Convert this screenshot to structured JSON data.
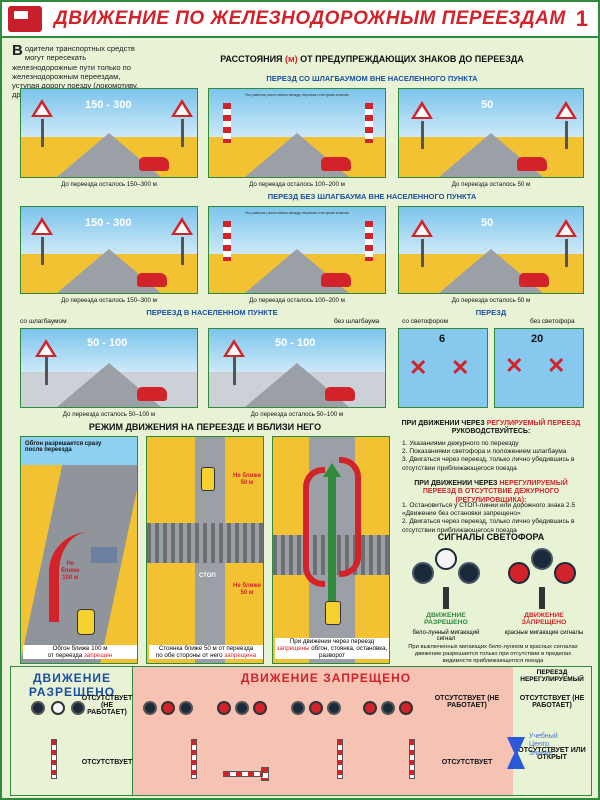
{
  "header": {
    "title": "ДВИЖЕНИЕ ПО ЖЕЛЕЗНОДОРОЖНЫМ ПЕРЕЕЗДАМ",
    "page_number": "1"
  },
  "intro": {
    "drop_cap": "В",
    "text": "одители транспортных средств могут пересекать железнодорожные пути только по железнодорожным переездам, уступая дорогу поезду (локомотиву, дрезине)"
  },
  "distances": {
    "heading_pre": "РАССТОЯНИЯ ",
    "heading_unit": "(м)",
    "heading_post": " ОТ ПРЕДУПРЕЖДАЮЩИХ ЗНАКОВ ДО ПЕРЕЕЗДА",
    "row1_title": "ПЕРЕЗД СО ШЛАГБАУМОМ ВНЕ НАСЕЛЕННОГО ПУНКТА",
    "row2_title": "ПЕРЕЗД БЕЗ ШЛАГБАУМА ВНЕ НАСЕЛЕННОГО ПУНКТА",
    "row3_title": "ПЕРЕЕЗД В НАСЕЛЕННОМ ПУНКТЕ",
    "row1": [
      {
        "dist": "150 - 300",
        "caption": "До переезда осталось 150–300 м"
      },
      {
        "dist": "",
        "caption": "До переезда осталось 100–200 м",
        "mini": "На равном расстоянии между первым и вторым знаком"
      },
      {
        "dist": "50",
        "caption": "До переезда осталось 50 м"
      }
    ],
    "row2": [
      {
        "dist": "150 - 300",
        "caption": "До переезда осталось 150–300 м"
      },
      {
        "dist": "",
        "caption": "До переезда осталось 100–200 м",
        "mini": "На равном расстоянии между первым и вторым знаком"
      },
      {
        "dist": "50",
        "caption": "До переезда осталось 50 м"
      }
    ],
    "row3": [
      {
        "tag": "со шлагбаумом",
        "dist": "50 - 100",
        "caption": "До переезда осталось 50–100 м"
      },
      {
        "tag": "без шлагбаума",
        "dist": "50 - 100",
        "caption": "До переезда осталось 50–100 м"
      }
    ],
    "crossing_title": "ПЕРЕЗД",
    "crossing": [
      {
        "tag": "со светофором",
        "dist": "6"
      },
      {
        "tag": "без светофора",
        "dist": "20"
      }
    ]
  },
  "mode": {
    "heading": "РЕЖИМ ДВИЖЕНИЯ НА ПЕРЕЕЗДЕ И ВБЛИЗИ НЕГО",
    "panel1": {
      "top_note": "Обгон разрешается сразу после переезда",
      "arrow_note_1": "Не",
      "arrow_note_2": "ближе",
      "arrow_note_3": "100 м",
      "caption_1": "Обгон ближе 100 м",
      "caption_2": "от переезда ",
      "caption_red": "запрещен"
    },
    "panel2": {
      "near_1": "Не ближе",
      "near_2": "50 м",
      "stop": "СТОП",
      "caption_1": "Стоянка ближе 50 м от переезда",
      "caption_2": "по обе стороны от него ",
      "caption_red": "запрещена"
    },
    "panel3": {
      "caption_1": "При движении через переезд ",
      "caption_red": "запрещены",
      "caption_2": " обгон, стоянка, остановка, разворот"
    }
  },
  "regulated": {
    "title_pre": "ПРИ ДВИЖЕНИИ ЧЕРЕЗ ",
    "title_red": "РЕГУЛИРУЕМЫЙ ПЕРЕЕЗД",
    "title_post": " РУКОВОДСТВУЙТЕСЬ:",
    "items": [
      "1. Указаниями дежурного по переезду",
      "2. Показаниями светофора и положением шлагбаума",
      "3. Двигаться через переезд, только лично убедившись в отсутствии приближающегося поезда"
    ]
  },
  "unregulated": {
    "title_pre": "ПРИ ДВИЖЕНИИ ЧЕРЕЗ ",
    "title_red": "НЕРЕГУЛИРУЕМЫЙ ПЕРЕЕЗД В ОТСУТСТВИЕ ДЕЖУРНОГО (РЕГУЛИРОВЩИКА):",
    "items": [
      "1. Остановиться у СТОП-линии или дорожного знака 2.5 «Движение без остановки запрещено»",
      "2. Двигаться через переезд, только лично убедившись в отсутствии приближающегося поезда"
    ]
  },
  "signals": {
    "title": "СИГНАЛЫ СВЕТОФОРА",
    "allowed_label": "ДВИЖЕНИЕ РАЗРЕШЕНО",
    "allowed_note": "бело-лунный мигающий сигнал",
    "forbidden_label": "ДВИЖЕНИЕ ЗАПРЕЩЕНО",
    "forbidden_note": "красные мигающие сигналы",
    "footnote": "При выключенных мигающих бело-лунном и красных сигналах движение разрешается только при отсутствии в пределах видимости приближающегося поезда"
  },
  "bottom": {
    "allowed_header": "ДВИЖЕНИЕ  РАЗРЕШЕНО",
    "forbidden_header": "ДВИЖЕНИЕ  ЗАПРЕЩЕНО",
    "unregulated_header": "ПЕРЕЕЗД НЕРЕГУЛИРУЕМЫЙ",
    "absent_works": "ОТСУТСТВУЕТ (НЕ РАБОТАЕТ)",
    "absent": "ОТСУТСТВУЕТ",
    "absent_or_open": "ОТСУТСТВУЕТ ИЛИ ОТКРЫТ",
    "logo_1": "Учебный",
    "logo_2": "Центр",
    "logo_3": "Знание"
  },
  "colors": {
    "accent_red": "#d2232a",
    "accent_green": "#2f8a3c",
    "accent_blue": "#1a4fa0",
    "bg": "#e8f3d6"
  }
}
